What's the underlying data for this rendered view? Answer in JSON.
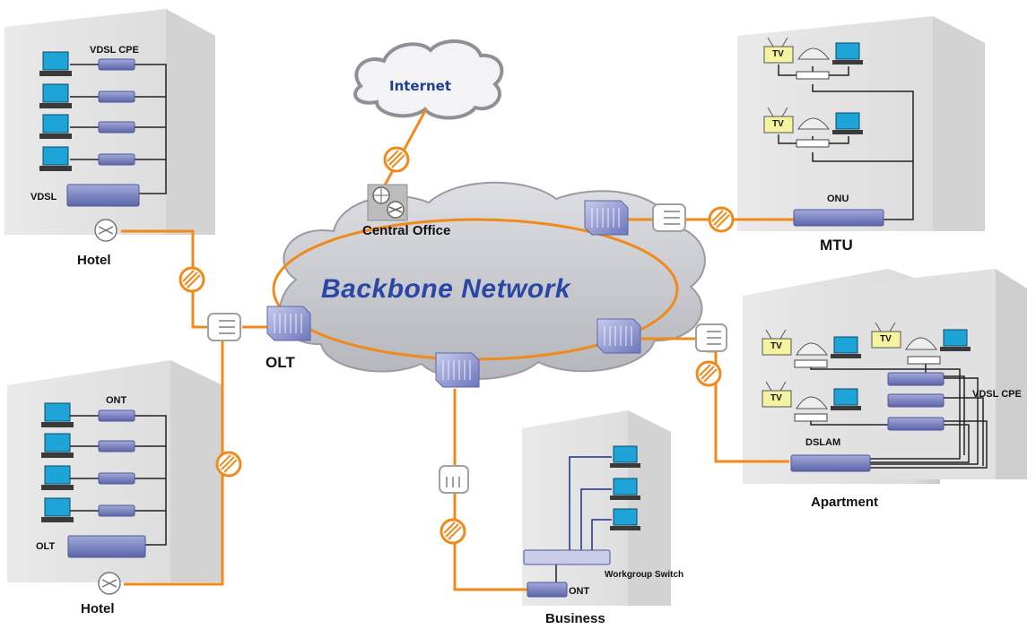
{
  "labels": {
    "internet": "Internet",
    "central_office": "Central  Office",
    "backbone": "Backbone Network",
    "olt_core": "OLT",
    "hotel_top": "Hotel",
    "hotel_bottom": "Hotel",
    "vdsl_cpe_hotel": "VDSL CPE",
    "vdsl_hotel": "VDSL",
    "ont_hotel": "ONT",
    "olt_hotel": "OLT",
    "onu_mtu": "ONU",
    "mtu": "MTU",
    "apartment": "Apartment",
    "dslam": "DSLAM",
    "vdsl_cpe_apartment": "VDSL CPE",
    "workgroup_switch": "Workgroup Switch",
    "ont_business": "ONT",
    "business": "Business",
    "tv": "TV"
  },
  "colors": {
    "fiber": "#f08a1c",
    "building": "#e4e4e4",
    "cloud": "#c9cacd",
    "device": "#7d86c2",
    "tv": "#f6f3a0",
    "pc": "#1ea4d8",
    "backbone_text": "#2a47a6"
  }
}
